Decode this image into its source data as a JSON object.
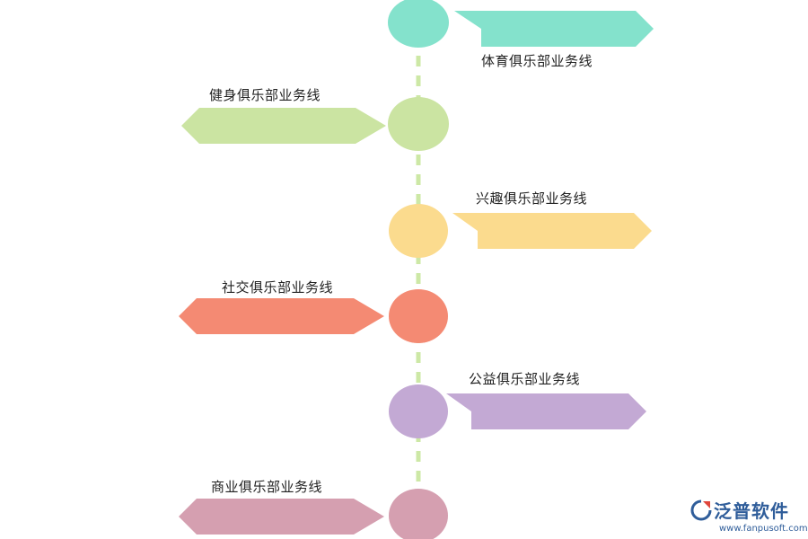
{
  "items": [
    {
      "label": "体育俱乐部业务线",
      "color": "#84e2cc"
    },
    {
      "label": "健身俱乐部业务线",
      "color": "#cbe4a2"
    },
    {
      "label": "兴趣俱乐部业务线",
      "color": "#fbdb8e"
    },
    {
      "label": "社交俱乐部业务线",
      "color": "#f48a73"
    },
    {
      "label": "公益俱乐部业务线",
      "color": "#c3a9d4"
    },
    {
      "label": "商业俱乐部业务线",
      "color": "#d59fb0"
    }
  ],
  "line_color": "#cde8a6",
  "brand": {
    "name": "泛普软件",
    "url": "www.fanpusoft.com",
    "color": "#2f5d9a",
    "accent": "#e0463c"
  }
}
